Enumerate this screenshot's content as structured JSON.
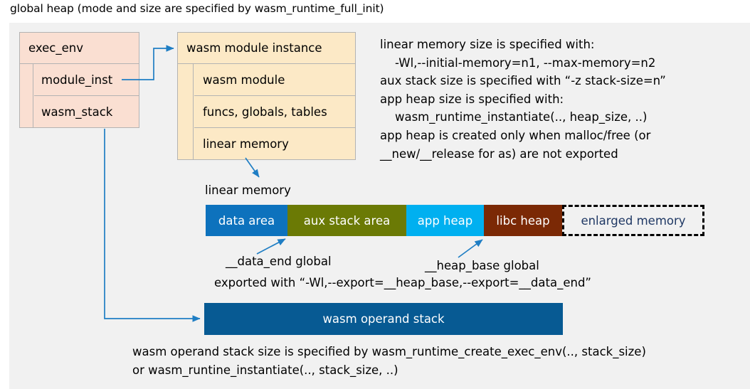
{
  "title": "global heap (mode and size are specified by wasm_runtime_full_init)",
  "colors": {
    "panel_bg": "#f1f1f1",
    "exec_env_fill": "#fadfd2",
    "module_inst_fill": "#fce9c6",
    "box_border": "#b3b3b3",
    "connector_blue": "#1f7ec4",
    "data_area": "#0d72bd",
    "aux_stack_area": "#6b7a05",
    "app_heap": "#00b0f0",
    "libc_heap": "#7b2905",
    "enlarged_memory_text": "#1f3864",
    "operand_stack": "#075a93"
  },
  "exec_env": {
    "header": "exec_env",
    "rows": [
      {
        "label": "module_inst"
      },
      {
        "label": "wasm_stack"
      }
    ]
  },
  "module_instance": {
    "header": "wasm module instance",
    "rows": [
      {
        "label": "wasm module"
      },
      {
        "label": "funcs, globals, tables"
      },
      {
        "label": "linear memory"
      }
    ]
  },
  "notes": {
    "text": "linear memory size is specified with:\n    -Wl,--initial-memory=n1, --max-memory=n2\naux stack size is specified with “-z stack-size=n”\napp heap size is specified with:\n    wasm_runtime_instantiate(.., heap_size, ..)\napp heap is created only when malloc/free (or\n__new/__release for as) are not exported"
  },
  "linear_memory": {
    "label": "linear memory",
    "segments": [
      {
        "label": "data area",
        "color": "#0d72bd",
        "text_color": "#ffffff"
      },
      {
        "label": "aux stack area",
        "color": "#6b7a05",
        "text_color": "#ffffff"
      },
      {
        "label": "app heap",
        "color": "#00b0f0",
        "text_color": "#ffffff"
      },
      {
        "label": "libc heap",
        "color": "#7b2905",
        "text_color": "#ffffff"
      },
      {
        "label": "enlarged memory",
        "color": "#f1f1f1",
        "text_color": "#1f3864"
      }
    ]
  },
  "annotations": {
    "data_end": "__data_end global",
    "heap_base": "__heap_base global",
    "exported_with": "exported with “-Wl,--export=__heap_base,--export=__data_end”"
  },
  "operand_stack": {
    "label": "wasm operand stack"
  },
  "bottom_note": {
    "text": "wasm operand stack size is specified by wasm_runtime_create_exec_env(.., stack_size)\nor wasm_runtine_instantiate(.., stack_size, ..)"
  }
}
